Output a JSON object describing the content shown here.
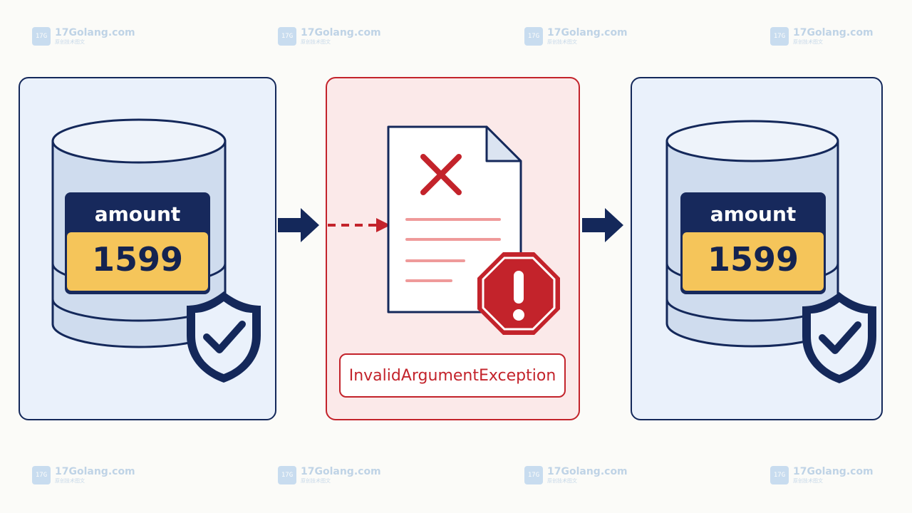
{
  "watermark": {
    "name": "17Golang.com",
    "subtitle": "原创技术图文",
    "logo_text": "17G"
  },
  "left_db": {
    "field_label": "amount",
    "field_value": "1599"
  },
  "right_db": {
    "field_label": "amount",
    "field_value": "1599"
  },
  "error": {
    "exception_label": "InvalidArgumentException"
  },
  "colors": {
    "navy": "#14285a",
    "error_red": "#c3232b",
    "value_yellow": "#f5c55a",
    "panel_blue": "#eaf1fb",
    "panel_pink": "#fbe9e9"
  },
  "icons": [
    "database-icon",
    "shield-check-icon",
    "arrow-right-icon",
    "dashed-arrow-icon",
    "document-icon",
    "x-mark-icon",
    "warning-octagon-icon"
  ]
}
